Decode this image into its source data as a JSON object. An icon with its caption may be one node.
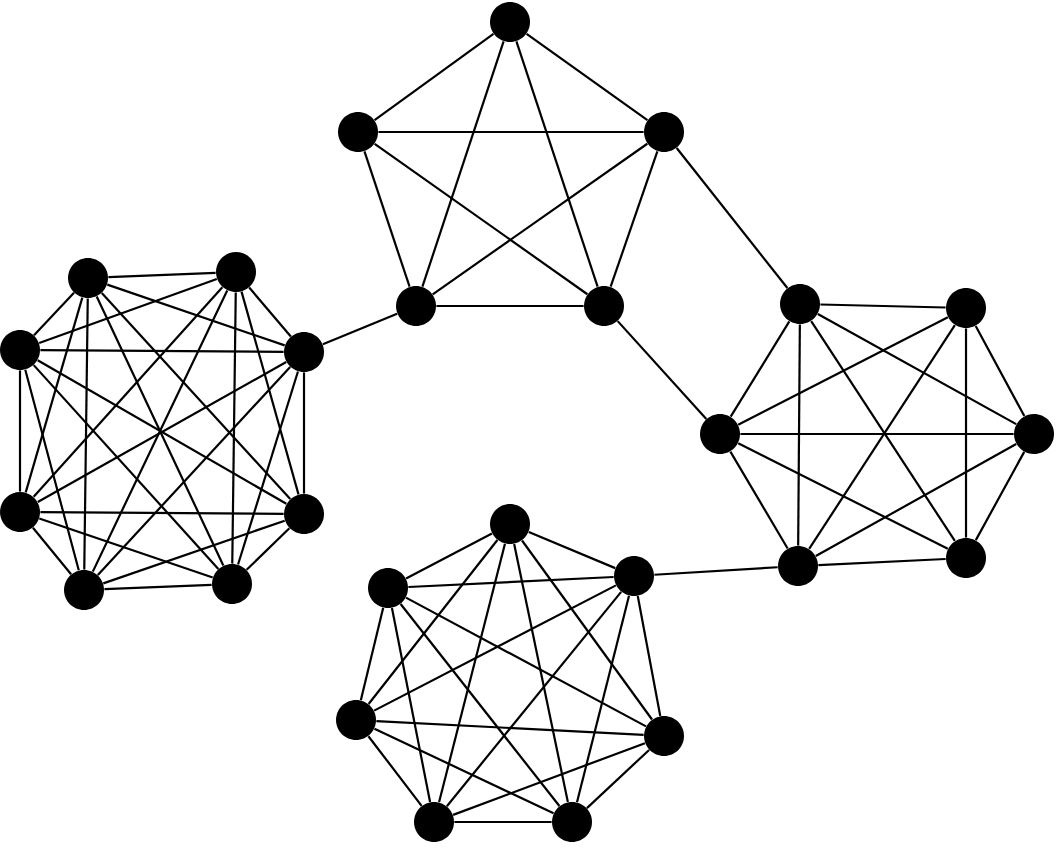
{
  "diagram": {
    "nodes": [
      {
        "text": [],
        "shape": "circle"
      },
      {
        "text": [],
        "shape": "circle"
      },
      {
        "text": [],
        "shape": "circle"
      },
      {
        "text": [],
        "shape": "circle"
      },
      {
        "text": [],
        "shape": "circle"
      },
      {
        "text": [],
        "shape": "circle"
      },
      {
        "text": [],
        "shape": "circle"
      },
      {
        "text": [],
        "shape": "circle"
      },
      {
        "text": [],
        "shape": "circle"
      },
      {
        "text": [],
        "shape": "circle"
      },
      {
        "text": [],
        "shape": "circle"
      },
      {
        "text": [],
        "shape": "circle"
      },
      {
        "text": [],
        "shape": "circle"
      },
      {
        "text": [],
        "shape": "circle"
      },
      {
        "text": [],
        "shape": "circle"
      },
      {
        "text": [],
        "shape": "circle"
      },
      {
        "text": [],
        "shape": "circle"
      },
      {
        "text": [],
        "shape": "circle"
      },
      {
        "text": [],
        "shape": "circle"
      },
      {
        "text": [],
        "shape": "circle"
      },
      {
        "text": [],
        "shape": "circle"
      },
      {
        "text": [],
        "shape": "circle"
      },
      {
        "text": [],
        "shape": "circle"
      },
      {
        "text": [],
        "shape": "circle"
      },
      {
        "text": [],
        "shape": "circle"
      },
      {
        "text": [],
        "shape": "circle"
      }
    ],
    "edges": [
      {
        "from": 0,
        "to": 1,
        "arrow": "none"
      },
      {
        "from": 0,
        "to": 2,
        "arrow": "none"
      },
      {
        "from": 0,
        "to": 3,
        "arrow": "none"
      },
      {
        "from": 0,
        "to": 4,
        "arrow": "none"
      },
      {
        "from": 0,
        "to": 5,
        "arrow": "none"
      },
      {
        "from": 0,
        "to": 6,
        "arrow": "none"
      },
      {
        "from": 0,
        "to": 7,
        "arrow": "none"
      },
      {
        "from": 1,
        "to": 2,
        "arrow": "none"
      },
      {
        "from": 1,
        "to": 3,
        "arrow": "none"
      },
      {
        "from": 1,
        "to": 4,
        "arrow": "none"
      },
      {
        "from": 1,
        "to": 5,
        "arrow": "none"
      },
      {
        "from": 1,
        "to": 6,
        "arrow": "none"
      },
      {
        "from": 1,
        "to": 7,
        "arrow": "none"
      },
      {
        "from": 2,
        "to": 3,
        "arrow": "none"
      },
      {
        "from": 2,
        "to": 4,
        "arrow": "none"
      },
      {
        "from": 2,
        "to": 5,
        "arrow": "none"
      },
      {
        "from": 2,
        "to": 6,
        "arrow": "none"
      },
      {
        "from": 2,
        "to": 7,
        "arrow": "none"
      },
      {
        "from": 3,
        "to": 4,
        "arrow": "none"
      },
      {
        "from": 3,
        "to": 5,
        "arrow": "none"
      },
      {
        "from": 3,
        "to": 6,
        "arrow": "none"
      },
      {
        "from": 3,
        "to": 7,
        "arrow": "none"
      },
      {
        "from": 4,
        "to": 5,
        "arrow": "none"
      },
      {
        "from": 4,
        "to": 6,
        "arrow": "none"
      },
      {
        "from": 4,
        "to": 7,
        "arrow": "none"
      },
      {
        "from": 5,
        "to": 6,
        "arrow": "none"
      },
      {
        "from": 5,
        "to": 7,
        "arrow": "none"
      },
      {
        "from": 6,
        "to": 7,
        "arrow": "none"
      },
      {
        "from": 6,
        "to": 11,
        "arrow": "none"
      },
      {
        "from": 8,
        "to": 10,
        "arrow": "none"
      },
      {
        "from": 8,
        "to": 12,
        "arrow": "none"
      },
      {
        "from": 8,
        "to": 14,
        "arrow": "none"
      },
      {
        "from": 8,
        "to": 15,
        "arrow": "none"
      },
      {
        "from": 8,
        "to": 17,
        "arrow": "none"
      },
      {
        "from": 8,
        "to": 18,
        "arrow": "none"
      },
      {
        "from": 9,
        "to": 11,
        "arrow": "none"
      },
      {
        "from": 9,
        "to": 13,
        "arrow": "none"
      },
      {
        "from": 9,
        "to": 16,
        "arrow": "none"
      },
      {
        "from": 9,
        "to": 19,
        "arrow": "none"
      },
      {
        "from": 10,
        "to": 12,
        "arrow": "none"
      },
      {
        "from": 10,
        "to": 14,
        "arrow": "none"
      },
      {
        "from": 10,
        "to": 15,
        "arrow": "none"
      },
      {
        "from": 10,
        "to": 17,
        "arrow": "none"
      },
      {
        "from": 10,
        "to": 18,
        "arrow": "none"
      },
      {
        "from": 11,
        "to": 13,
        "arrow": "none"
      },
      {
        "from": 11,
        "to": 16,
        "arrow": "none"
      },
      {
        "from": 11,
        "to": 19,
        "arrow": "none"
      },
      {
        "from": 12,
        "to": 14,
        "arrow": "none"
      },
      {
        "from": 12,
        "to": 15,
        "arrow": "none"
      },
      {
        "from": 12,
        "to": 17,
        "arrow": "none"
      },
      {
        "from": 12,
        "to": 18,
        "arrow": "none"
      },
      {
        "from": 13,
        "to": 16,
        "arrow": "none"
      },
      {
        "from": 13,
        "to": 19,
        "arrow": "none"
      },
      {
        "from": 14,
        "to": 15,
        "arrow": "none"
      },
      {
        "from": 14,
        "to": 17,
        "arrow": "none"
      },
      {
        "from": 14,
        "to": 18,
        "arrow": "none"
      },
      {
        "from": 15,
        "to": 17,
        "arrow": "none"
      },
      {
        "from": 15,
        "to": 18,
        "arrow": "none"
      },
      {
        "from": 16,
        "to": 19,
        "arrow": "none"
      },
      {
        "from": 16,
        "to": 20,
        "arrow": "none"
      },
      {
        "from": 17,
        "to": 18,
        "arrow": "none"
      },
      {
        "from": 17,
        "to": 22,
        "arrow": "none"
      },
      {
        "from": 19,
        "to": 21,
        "arrow": "none"
      },
      {
        "from": 20,
        "to": 21,
        "arrow": "none"
      },
      {
        "from": 20,
        "to": 22,
        "arrow": "none"
      },
      {
        "from": 20,
        "to": 23,
        "arrow": "none"
      },
      {
        "from": 20,
        "to": 24,
        "arrow": "none"
      },
      {
        "from": 20,
        "to": 25,
        "arrow": "none"
      },
      {
        "from": 21,
        "to": 22,
        "arrow": "none"
      },
      {
        "from": 21,
        "to": 23,
        "arrow": "none"
      },
      {
        "from": 21,
        "to": 24,
        "arrow": "none"
      },
      {
        "from": 21,
        "to": 25,
        "arrow": "none"
      },
      {
        "from": 22,
        "to": 23,
        "arrow": "none"
      },
      {
        "from": 22,
        "to": 24,
        "arrow": "none"
      },
      {
        "from": 22,
        "to": 25,
        "arrow": "none"
      },
      {
        "from": 23,
        "to": 24,
        "arrow": "none"
      },
      {
        "from": 23,
        "to": 25,
        "arrow": "none"
      },
      {
        "from": 24,
        "to": 25,
        "arrow": "none"
      }
    ]
  }
}
